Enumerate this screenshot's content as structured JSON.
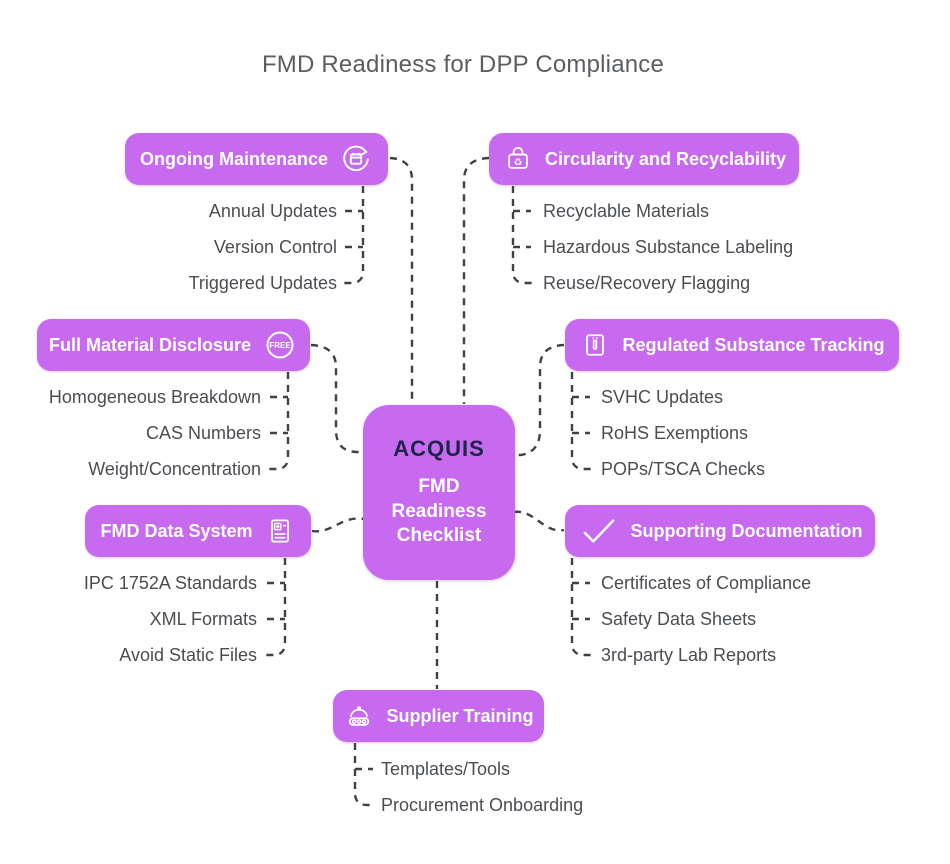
{
  "title": "FMD Readiness for DPP Compliance",
  "center": {
    "logo": "ACQUIS",
    "label": "FMD Readiness Checklist"
  },
  "colors": {
    "node": "#c76af0",
    "node_text": "#ffffff",
    "line": "#3f4245",
    "item_text": "#4a4d52",
    "title_text": "#5b5e61",
    "logo_text": "#1b2747"
  },
  "branches": [
    {
      "id": "ongoing-maintenance",
      "label": "Ongoing Maintenance",
      "icon": "refresh-calendar-icon",
      "items": [
        "Annual Updates",
        "Version Control",
        "Triggered Updates"
      ]
    },
    {
      "id": "circularity-and-recyclability",
      "label": "Circularity and Recyclability",
      "icon": "recycle-bag-icon",
      "items": [
        "Recyclable Materials",
        "Hazardous Substance Labeling",
        "Reuse/Recovery Flagging"
      ]
    },
    {
      "id": "full-material-disclosure",
      "label": "Full Material Disclosure",
      "icon": "free-badge-icon",
      "items": [
        "Homogeneous Breakdown",
        "CAS Numbers",
        "Weight/Concentration"
      ]
    },
    {
      "id": "regulated-substance-tracking",
      "label": "Regulated Substance Tracking",
      "icon": "specimen-jar-icon",
      "items": [
        "SVHC Updates",
        "RoHS Exemptions",
        "POPs/TSCA Checks"
      ]
    },
    {
      "id": "fmd-data-system",
      "label": "FMD Data System",
      "icon": "medical-document-icon",
      "items": [
        "IPC 1752A Standards",
        "XML Formats",
        "Avoid Static Files"
      ]
    },
    {
      "id": "supporting-documentation",
      "label": "Supporting Documentation",
      "icon": "checkmark-icon",
      "items": [
        "Certificates of Compliance",
        "Safety Data Sheets",
        "3rd-party Lab Reports"
      ]
    },
    {
      "id": "supplier-training",
      "label": "Supplier Training",
      "icon": "training-conveyor-icon",
      "items": [
        "Templates/Tools",
        "Procurement Onboarding"
      ]
    }
  ]
}
